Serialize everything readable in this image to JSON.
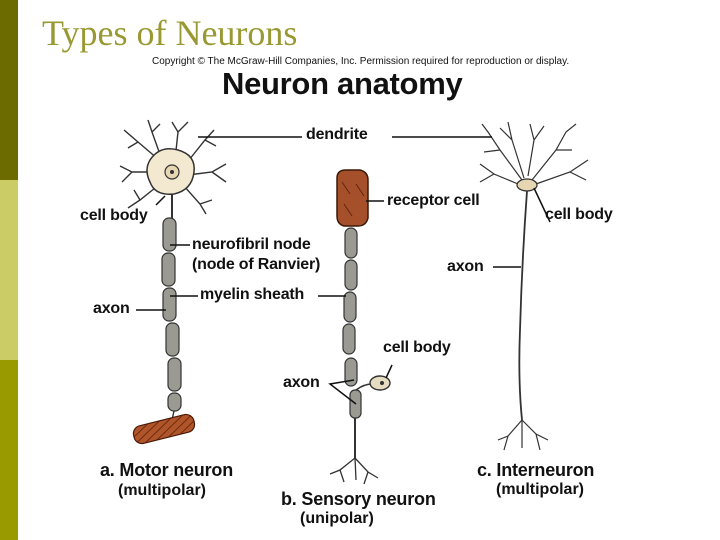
{
  "slide": {
    "title": "Types of Neurons",
    "accent_colors": [
      "#6b6b00",
      "#cccc66",
      "#999900"
    ]
  },
  "figure": {
    "copyright": "Copyright © The McGraw-Hill Companies, Inc. Permission required for reproduction or display.",
    "heading": "Neuron anatomy",
    "labels": {
      "dendrite": "dendrite",
      "cell_body_motor": "cell body",
      "neurofibril_node": "neurofibril node",
      "node_of_ranvier": "(node of Ranvier)",
      "axon_motor": "axon",
      "myelin_sheath": "myelin sheath",
      "receptor_cell": "receptor cell",
      "cell_body_sensory": "cell body",
      "axon_sensory": "axon",
      "cell_body_inter": "cell body",
      "axon_inter": "axon"
    },
    "captions": {
      "motor_title": "a. Motor neuron",
      "motor_sub": "(multipolar)",
      "sensory_title": "b. Sensory neuron",
      "sensory_sub": "(unipolar)",
      "inter_title": "c. Interneuron",
      "inter_sub": "(multipolar)"
    }
  }
}
